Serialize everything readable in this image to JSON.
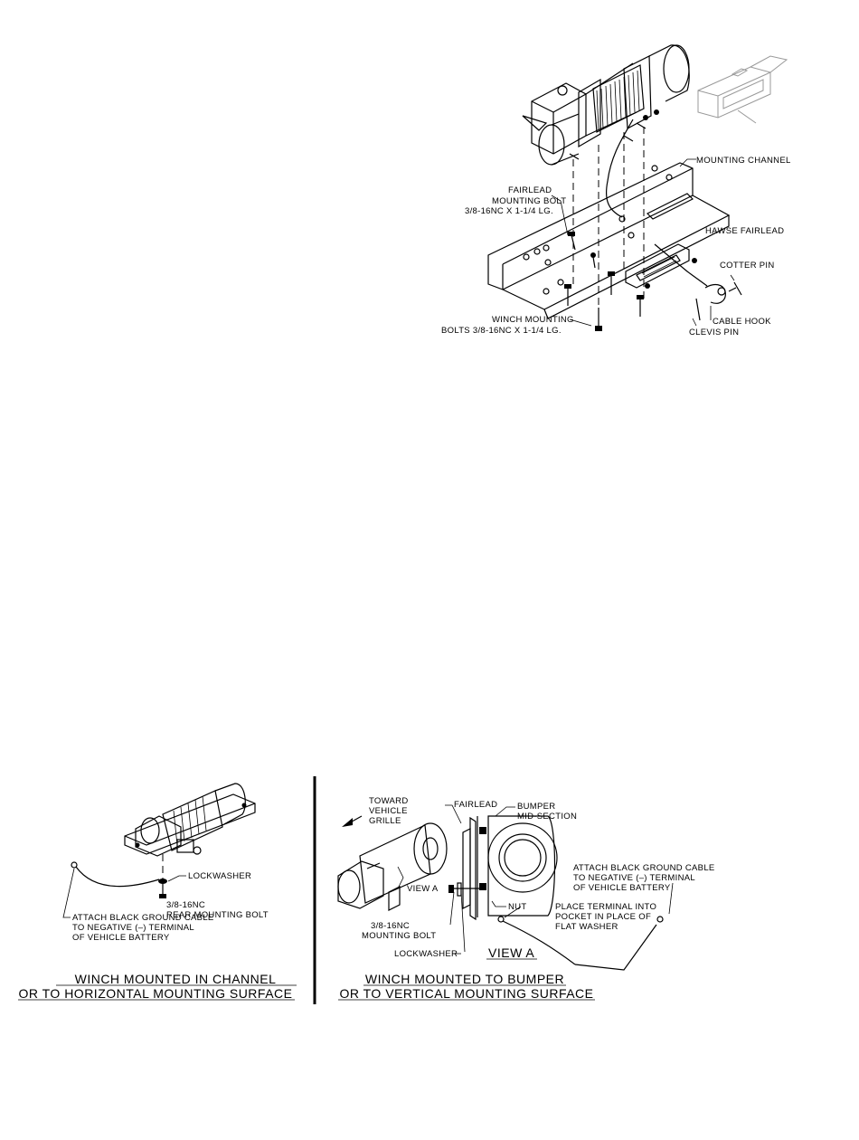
{
  "top_diagram": {
    "labels": {
      "mounting_channel": "MOUNTING CHANNEL",
      "fairlead_bolt_1": "FAIRLEAD",
      "fairlead_bolt_2": "MOUNTING BOLT",
      "fairlead_bolt_3": "3/8-16NC X 1-1/4 LG.",
      "hawse_fairlead": "HAWSE FAIRLEAD",
      "cotter_pin": "COTTER PIN",
      "winch_bolts_1": "WINCH MOUNTING",
      "winch_bolts_2": "BOLTS 3/8-16NC X 1-1/4 LG.",
      "cable_hook": "CABLE HOOK",
      "clevis_pin": "CLEVIS PIN"
    }
  },
  "left_diagram": {
    "labels": {
      "lockwasher": "LOCKWASHER",
      "bolt_1": "3/8-16NC",
      "bolt_2": "REAR MOUNTING BOLT",
      "attach_1": "ATTACH BLACK GROUND CABLE",
      "attach_2": "TO NEGATIVE (–) TERMINAL",
      "attach_3": "OF VEHICLE BATTERY"
    },
    "caption_1": "WINCH MOUNTED IN CHANNEL",
    "caption_2": "OR TO HORIZONTAL MOUNTING SURFACE"
  },
  "right_diagram": {
    "labels": {
      "toward_1": "TOWARD",
      "toward_2": "VEHICLE",
      "toward_3": "GRILLE",
      "fairlead": "FAIRLEAD",
      "bumper_1": "BUMPER",
      "bumper_2": "MID-SECTION",
      "view_a": "VIEW A",
      "attach_1": "ATTACH BLACK GROUND CABLE",
      "attach_2": "TO NEGATIVE (–) TERMINAL",
      "attach_3": "OF VEHICLE BATTERY",
      "nut": "NUT",
      "place_1": "PLACE TERMINAL INTO",
      "place_2": "POCKET IN PLACE OF",
      "place_3": "FLAT WASHER",
      "bolt_1": "3/8-16NC",
      "bolt_2": "MOUNTING BOLT",
      "lockwasher": "LOCKWASHER",
      "view_a_title": "VIEW A"
    },
    "caption_1": "WINCH MOUNTED TO BUMPER",
    "caption_2": "OR TO VERTICAL MOUNTING SURFACE"
  }
}
